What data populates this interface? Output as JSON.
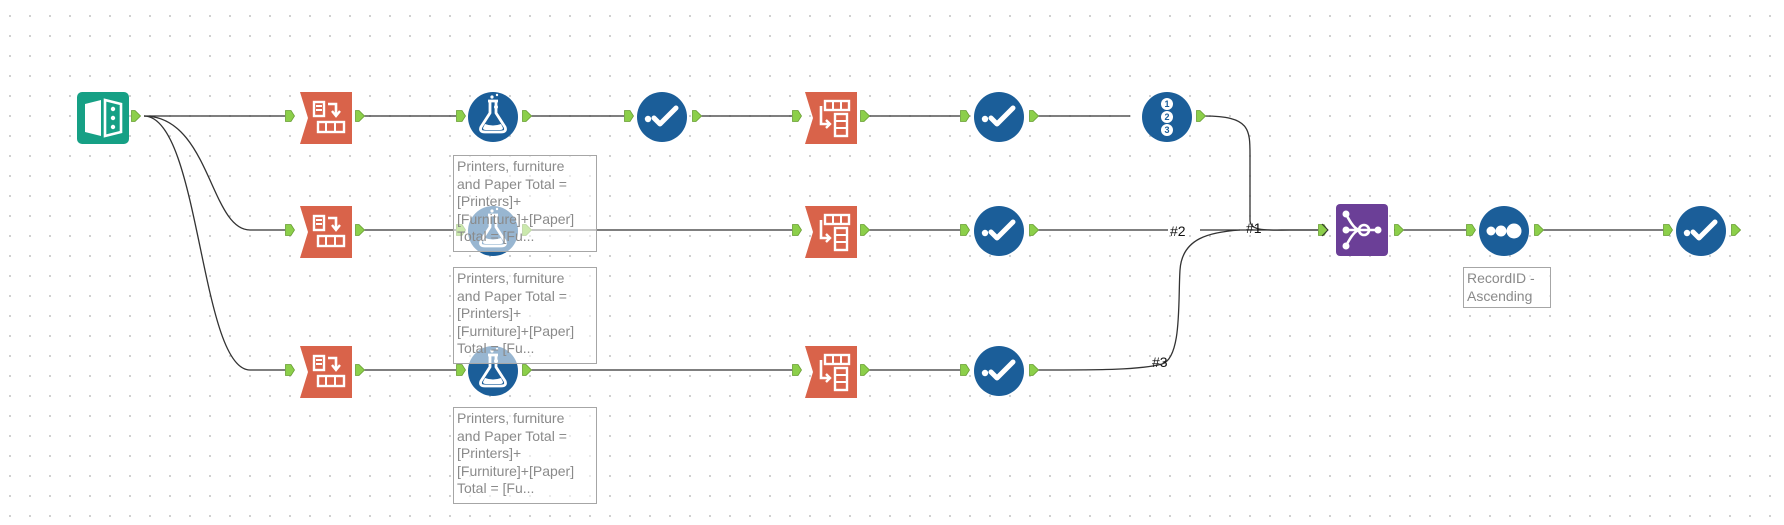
{
  "colors": {
    "input": "#16a085",
    "select": "#d9634a",
    "formula": "#1b5e99",
    "browse": "#1b5e99",
    "join": "#6b3f97",
    "anchor": "#8ccf4a",
    "wire": "#333333"
  },
  "tools": [
    {
      "name": "input-data-tool",
      "icon": "book-icon"
    },
    {
      "name": "select-tool-row-1",
      "icon": "select-icon"
    },
    {
      "name": "select-tool-row-2",
      "icon": "select-icon"
    },
    {
      "name": "select-tool-row-3",
      "icon": "select-icon"
    },
    {
      "name": "formula-tool-row-1",
      "icon": "flask-icon"
    },
    {
      "name": "formula-tool-row-2",
      "icon": "flask-icon"
    },
    {
      "name": "formula-tool-row-3",
      "icon": "flask-icon"
    },
    {
      "name": "browse-tool-row-1a",
      "icon": "checkmark-icon"
    },
    {
      "name": "transpose-tool-row-1",
      "icon": "transpose-icon"
    },
    {
      "name": "transpose-tool-row-2",
      "icon": "transpose-icon"
    },
    {
      "name": "transpose-tool-row-3",
      "icon": "transpose-icon"
    },
    {
      "name": "browse-tool-row-1b",
      "icon": "checkmark-icon"
    },
    {
      "name": "browse-tool-row-2",
      "icon": "checkmark-icon"
    },
    {
      "name": "browse-tool-row-3",
      "icon": "checkmark-icon"
    },
    {
      "name": "record-id-tool",
      "icon": "numbered-list-icon"
    },
    {
      "name": "union-tool",
      "icon": "union-icon"
    },
    {
      "name": "sort-tool",
      "icon": "three-dots-icon"
    },
    {
      "name": "browse-tool-final",
      "icon": "checkmark-icon"
    }
  ],
  "annotations": {
    "formula_1": "Printers, furniture\nand Paper Total =\n[Printers]+\n[Furniture]+[Paper]\nTotal = [Fu...",
    "formula_2": "Printers, furniture\nand Paper Total =\n[Printers]+\n[Furniture]+[Paper]\nTotal = [Fu...",
    "formula_3": "Printers, furniture\nand Paper Total =\n[Printers]+\n[Furniture]+[Paper]\nTotal = [Fu...",
    "sort": "RecordID -\nAscending"
  },
  "wire_labels": {
    "union_input_1": "#1",
    "union_input_2": "#2",
    "union_input_3": "#3"
  }
}
